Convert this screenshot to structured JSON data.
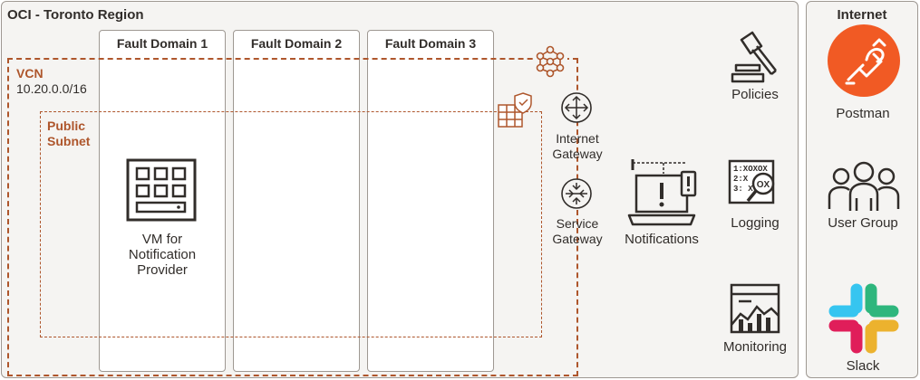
{
  "region": {
    "title": "OCI - Toronto Region"
  },
  "internet": {
    "title": "Internet"
  },
  "fault_domains": [
    {
      "label": "Fault Domain 1"
    },
    {
      "label": "Fault Domain 2"
    },
    {
      "label": "Fault Domain 3"
    }
  ],
  "vcn": {
    "label": "VCN",
    "cidr": "10.20.0.0/16"
  },
  "subnet": {
    "line1": "Public",
    "line2": "Subnet"
  },
  "vm": {
    "line1": "VM for",
    "line2": "Notification",
    "line3": "Provider"
  },
  "gateways": {
    "internet": {
      "line1": "Internet",
      "line2": "Gateway"
    },
    "service": {
      "line1": "Service",
      "line2": "Gateway"
    }
  },
  "services": {
    "notifications": "Notifications",
    "policies": "Policies",
    "logging": "Logging",
    "monitoring": "Monitoring",
    "logging_icon_text": {
      "top": "1:XOXOX",
      "mid": "2:X",
      "bot": "3: X",
      "badge": "OX"
    }
  },
  "internet_items": {
    "postman": "Postman",
    "user_group": "User Group",
    "slack": "Slack"
  },
  "colors": {
    "accent": "#ae562c",
    "ink": "#312d2a",
    "panel": "#f5f4f2",
    "postman": "#f15a24",
    "slack_blue": "#36c5f0",
    "slack_green": "#2eb67d",
    "slack_red": "#e01e5a",
    "slack_yellow": "#ecb22e"
  },
  "icons": [
    "vm-icon",
    "drg-icon",
    "security-list-icon",
    "internet-gateway-icon",
    "service-gateway-icon",
    "notifications-icon",
    "policies-icon",
    "logging-icon",
    "monitoring-icon",
    "postman-icon",
    "user-group-icon",
    "slack-icon"
  ]
}
